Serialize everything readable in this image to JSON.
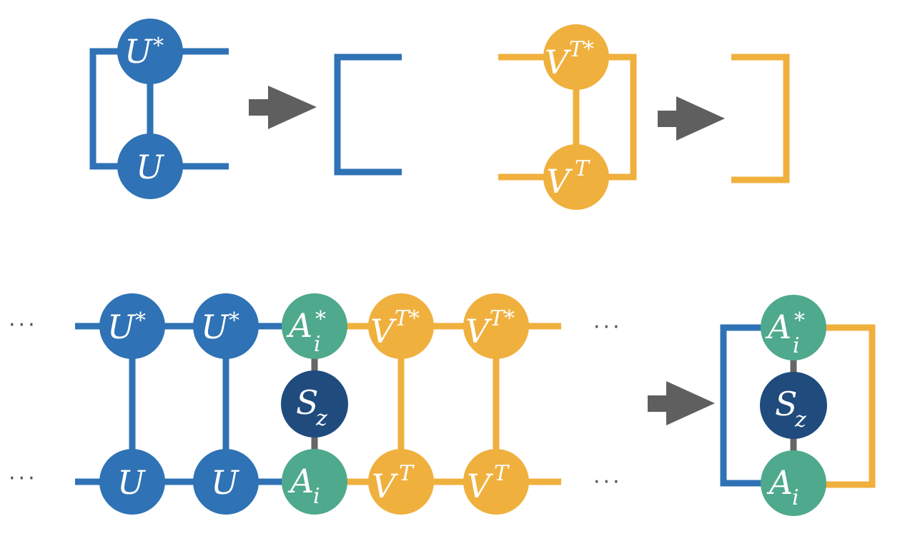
{
  "colors": {
    "blue": "#2F72B5",
    "orange": "#F0B03E",
    "green": "#4FA98C",
    "navy": "#1F4B7D",
    "gray_link": "#666666",
    "arrow": "#5F5F5F"
  },
  "nodes": {
    "u_conj": {
      "main": "U",
      "sup": "*"
    },
    "u": {
      "main": "U"
    },
    "vt_conj": {
      "main": "V",
      "sup": "T*"
    },
    "vt": {
      "main": "V",
      "sup": "T"
    },
    "a_conj": {
      "main": "A",
      "sup": "*",
      "sub": "i"
    },
    "a": {
      "main": "A",
      "sub": "i"
    },
    "s_z": {
      "main": "S",
      "sub": "z"
    }
  },
  "ellipsis": "···"
}
